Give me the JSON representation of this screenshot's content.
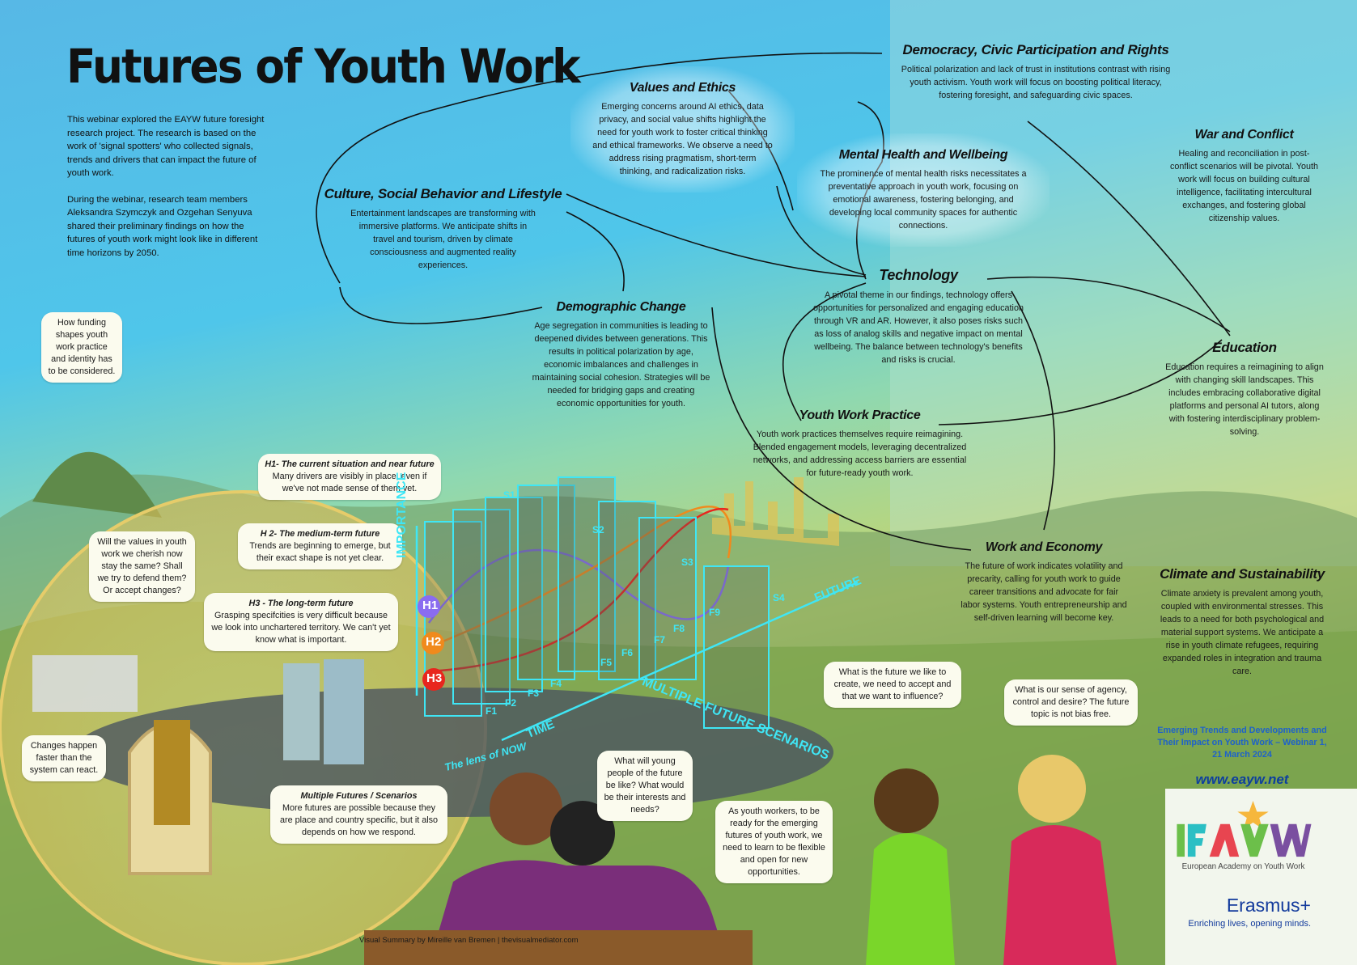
{
  "title": "Futures of Youth Work",
  "intro": [
    "This webinar explored the EAYW future foresight research project. The research is based on the work of 'signal spotters' who collected signals, trends and drivers that can impact the future of youth work.",
    "During the webinar, research team members Aleksandra Szymczyk and Ozgehan Senyuva shared their preliminary findings on how the futures of youth work might look like in different time horizons by 2050."
  ],
  "themes": {
    "democracy": {
      "title": "Democracy, Civic Participation and Rights",
      "body": "Political polarization and lack of trust in institutions contrast with rising youth activism. Youth work will focus on boosting political literacy, fostering foresight, and safeguarding civic spaces."
    },
    "values": {
      "title": "Values and Ethics",
      "body": "Emerging concerns around AI ethics, data privacy, and social value shifts highlight the need for youth work to foster critical thinking and ethical frameworks. We observe a need to address rising pragmatism, short-term thinking, and radicalization risks."
    },
    "culture": {
      "title": "Culture, Social Behavior and Lifestyle",
      "body": "Entertainment landscapes are transforming with immersive platforms. We anticipate shifts in travel and tourism, driven by climate consciousness and augmented reality experiences."
    },
    "mental": {
      "title": "Mental Health and Wellbeing",
      "body": "The prominence of mental health risks necessitates a preventative approach in youth work, focusing on emotional awareness, fostering belonging, and developing local community spaces for authentic connections."
    },
    "war": {
      "title": "War and Conflict",
      "body": "Healing and reconciliation in post-conflict scenarios will be pivotal. Youth work will focus on building cultural intelligence, facilitating intercultural exchanges, and fostering global citizenship values."
    },
    "technology": {
      "title": "Technology",
      "body": "A pivotal theme in our findings, technology offers opportunities for personalized and engaging education through VR and AR. However, it also poses risks such as loss of analog skills and negative impact on mental wellbeing. The balance between technology's benefits and risks is crucial."
    },
    "demographic": {
      "title": "Demographic Change",
      "body": "Age segregation in communities is leading to deepened divides between generations. This results in political polarization by age, economic imbalances and challenges in maintaining social cohesion. Strategies will be needed for bridging gaps and creating economic opportunities for youth."
    },
    "education": {
      "title": "Education",
      "body": "Education requires a reimagining to align with changing skill landscapes. This includes embracing collaborative digital platforms and personal AI tutors, along with fostering interdisciplinary problem-solving."
    },
    "practice": {
      "title": "Youth Work Practice",
      "body": "Youth work practices themselves require reimagining. Blended engagement models, leveraging decentralized networks, and addressing access barriers are essential for future-ready youth work."
    },
    "work": {
      "title": "Work and Economy",
      "body": "The future of work indicates volatility and precarity, calling for youth work to guide career transitions and advocate for fair labor systems. Youth entrepreneurship and self-driven learning will become key."
    },
    "climate": {
      "title": "Climate and Sustainability",
      "body": "Climate anxiety is prevalent among youth, coupled with environmental stresses. This leads to a need for both psychological and material support systems. We anticipate a rise in youth climate refugees, requiring expanded roles in integration and trauma care."
    }
  },
  "horizons": [
    {
      "title": "H1- The current situation and near future",
      "body": "Many drivers are visibly in place, even if we've not made sense of them yet."
    },
    {
      "title": "H 2- The medium-term future",
      "body": "Trends are beginning to emerge, but their exact shape is not yet clear."
    },
    {
      "title": "H3 - The long-term future",
      "body": "Grasping specifcities is very difficult because we look into unchartered territory. We can't yet know what is important."
    },
    {
      "title": "Multiple Futures / Scenarios",
      "body": "More futures are possible because they are place and country specific, but it also depends on how we respond."
    }
  ],
  "bubbles": {
    "funding": "How funding shapes youth work practice and identity has to be considered.",
    "values": "Will the values in youth work we cherish now stay the same? Shall we try to defend them? Or accept changes?",
    "changes": "Changes happen faster than the system can react.",
    "young": "What will young people of the future be like? What would be their interests and needs?",
    "ready": "As youth workers, to be ready for the emerging futures of youth work, we need to learn to be flexible and open for new opportunities.",
    "create": "What is the future we like to create, we need to accept and that we want to influence?",
    "agency": "What is our sense of agency, control and desire? The future topic is not bias free."
  },
  "diagram": {
    "importance": "IMPORTANCE",
    "h1": "H1",
    "h2": "H2",
    "h3": "H3",
    "time": "TIME",
    "future": "FUTURE",
    "scenarios": "MULTIPLE FUTURE SCENARIOS",
    "lens": "The lens of NOW",
    "frames": [
      "F1",
      "F2",
      "F3",
      "F4",
      "F5",
      "F6",
      "F7",
      "F8",
      "F9"
    ],
    "scenario_labels": [
      "S1",
      "S2",
      "S3",
      "S4"
    ],
    "colors": {
      "h1": "#8a6cf0",
      "h2": "#f08a1c",
      "h3": "#e8261e",
      "cyan": "#3fe6f5"
    }
  },
  "footer": {
    "event": "Emerging Trends and Developments and Their Impact on Youth Work – Webinar 1, 21 March 2024",
    "url": "www.eayw.net",
    "logo_text": "EAYW",
    "logo_subtitle": "European Academy on Youth Work",
    "erasmus": "Erasmus+",
    "tagline": "Enriching lives, opening minds.",
    "credit": "Visual Summary by Mireille van Bremen | thevisualmediator.com"
  }
}
